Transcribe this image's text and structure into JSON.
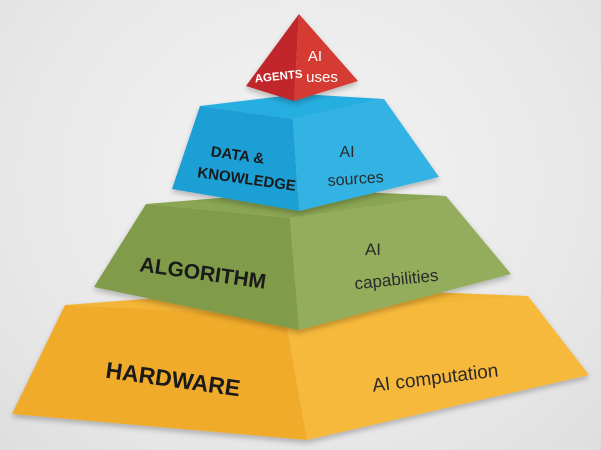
{
  "tiers": [
    {
      "key": "agents",
      "front_label": "AGENTS",
      "side_label_1": "AI",
      "side_label_2": "uses",
      "colors": {
        "front": "#c0282b",
        "side": "#d53a33",
        "top": "#d84a44"
      }
    },
    {
      "key": "data",
      "front_label_1": "DATA &",
      "front_label_2": "KNOWLEDGE",
      "side_label_1": "AI",
      "side_label_2": "sources",
      "colors": {
        "front": "#1e9fd4",
        "side": "#32b3e3",
        "top": "#28aee0"
      }
    },
    {
      "key": "algorithm",
      "front_label": "ALGORITHM",
      "side_label_1": "AI",
      "side_label_2": "capabilities",
      "colors": {
        "front": "#809b4a",
        "side": "#94ad5b",
        "top": "#8aa552"
      }
    },
    {
      "key": "hardware",
      "front_label": "HARDWARE",
      "side_label": "AI computation",
      "colors": {
        "front": "#f0ab2a",
        "side": "#f7b93a",
        "top": "#f4b434"
      }
    }
  ]
}
